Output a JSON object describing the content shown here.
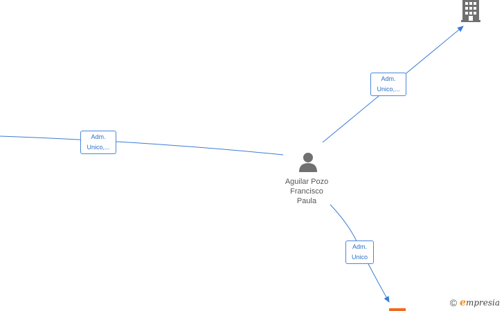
{
  "center_person": {
    "name_lines": [
      "Aguilar Pozo",
      "Francisco",
      "Paula"
    ],
    "icon": "person-icon"
  },
  "edges": [
    {
      "id": "left",
      "label_lines": [
        "Adm.",
        "Unico,..."
      ]
    },
    {
      "id": "top-right",
      "label_lines": [
        "Adm.",
        "Unico,..."
      ]
    },
    {
      "id": "bottom",
      "label_lines": [
        "Adm.",
        "Unico"
      ]
    }
  ],
  "nodes": {
    "company": {
      "icon": "building-icon"
    },
    "bottom_company": {
      "icon": "company-marker-icon",
      "color": "#f06a1e"
    }
  },
  "watermark": {
    "copyright_symbol": "©",
    "brand_initial": "e",
    "brand_rest": "mpresia"
  },
  "colors": {
    "edge": "#3a7bd5",
    "label_text": "#2a6fc9",
    "icon": "#707070",
    "accent": "#f06a1e"
  }
}
